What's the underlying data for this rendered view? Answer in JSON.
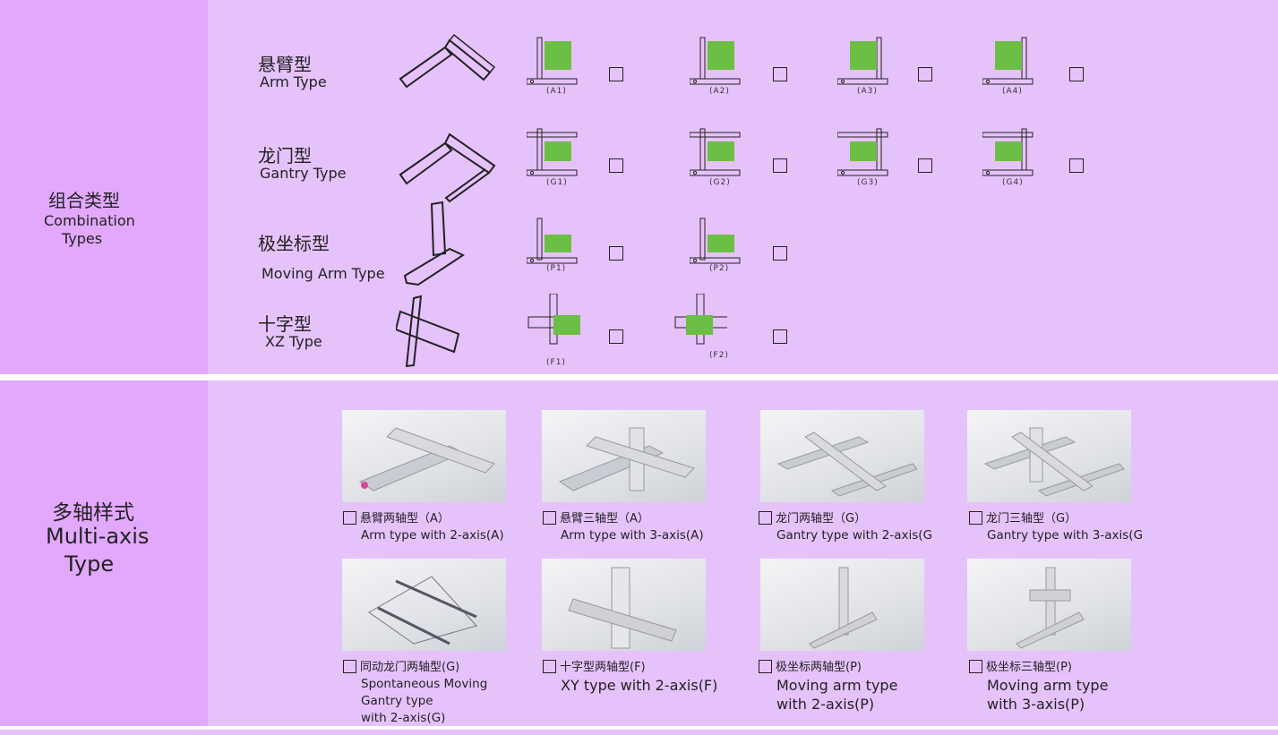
{
  "combination": {
    "title_cn": "组合类型",
    "title_en_1": "Combination",
    "title_en_2": "Types",
    "rows": [
      {
        "cn": "悬臂型",
        "en": "Arm Type",
        "variants": [
          "(A1)",
          "(A2)",
          "(A3)",
          "(A4)"
        ]
      },
      {
        "cn": "龙门型",
        "en": "Gantry Type",
        "variants": [
          "(G1)",
          "(G2)",
          "(G3)",
          "(G4)"
        ]
      },
      {
        "cn": "极坐标型",
        "en": "Moving Arm Type",
        "variants": [
          "(P1)",
          "(P2)"
        ]
      },
      {
        "cn": "十字型",
        "en": "XZ Type",
        "variants": [
          "(F1)",
          "(F2)"
        ]
      }
    ]
  },
  "multiaxis": {
    "title_cn": "多轴样式",
    "title_en_1": "Multi-axis",
    "title_en_2": "Type",
    "items": [
      {
        "cn": "悬臂两轴型（A）",
        "en": [
          "Arm type with 2-axis(A)"
        ]
      },
      {
        "cn": "悬臂三轴型（A）",
        "en": [
          "Arm type with 3-axis(A)"
        ]
      },
      {
        "cn": "龙门两轴型（G）",
        "en": [
          "Gantry type with 2-axis(G"
        ]
      },
      {
        "cn": "龙门三轴型（G）",
        "en": [
          "Gantry type with 3-axis(G"
        ]
      },
      {
        "cn": "同动龙门两轴型(G)",
        "en": [
          "Spontaneous Moving",
          "Gantry type",
          "with 2-axis(G)"
        ]
      },
      {
        "cn": "十字型两轴型(F)",
        "en": [
          "XY type with 2-axis(F)"
        ]
      },
      {
        "cn": "极坐标两轴型(P)",
        "en": [
          "Moving arm type",
          "with 2-axis(P)"
        ]
      },
      {
        "cn": "极坐标三轴型(P)",
        "en": [
          "Moving arm type",
          "with 3-axis(P)"
        ]
      }
    ]
  },
  "colors": {
    "sidebar": "#e2a8fb",
    "panel": "#e6c2fb",
    "green": "#6cbf45"
  }
}
